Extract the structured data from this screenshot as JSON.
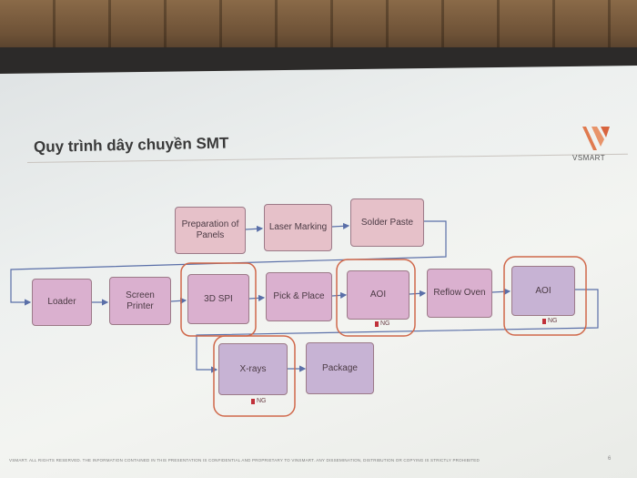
{
  "slide": {
    "title": "Quy trình dây chuyền SMT",
    "logo_text": "VSMART",
    "footer": "VSMART. ALL RIGHTS RESERVED. THE INFORMATION CONTAINED IN THIS PRESENTATION IS CONFIDENTIAL AND PROPRIETARY TO VINSMART. ANY DISSEMINATION, DISTRIBUTION OR COPYING IS STRICTLY PROHIBITED",
    "page_number": "6"
  },
  "process": {
    "preparation": "Preparation of Panels",
    "laser_marking": "Laser Marking",
    "solder_paste": "Solder Paste",
    "loader": "Loader",
    "screen_printer": "Screen Printer",
    "spi_3d": "3D SPI",
    "pick_place": "Pick & Place",
    "aoi_1": "AOI",
    "reflow_oven": "Reflow Oven",
    "aoi_2": "AOI",
    "xrays": "X-rays",
    "package": "Package"
  },
  "ng_label": "NG",
  "colors": {
    "box_pink": "#e6c1c9",
    "box_mauve": "#dab0cf",
    "box_purple": "#c7b3d4",
    "highlight": "#d0684a",
    "ng_marker": "#c0313a",
    "connector": "#5a6fa8"
  }
}
